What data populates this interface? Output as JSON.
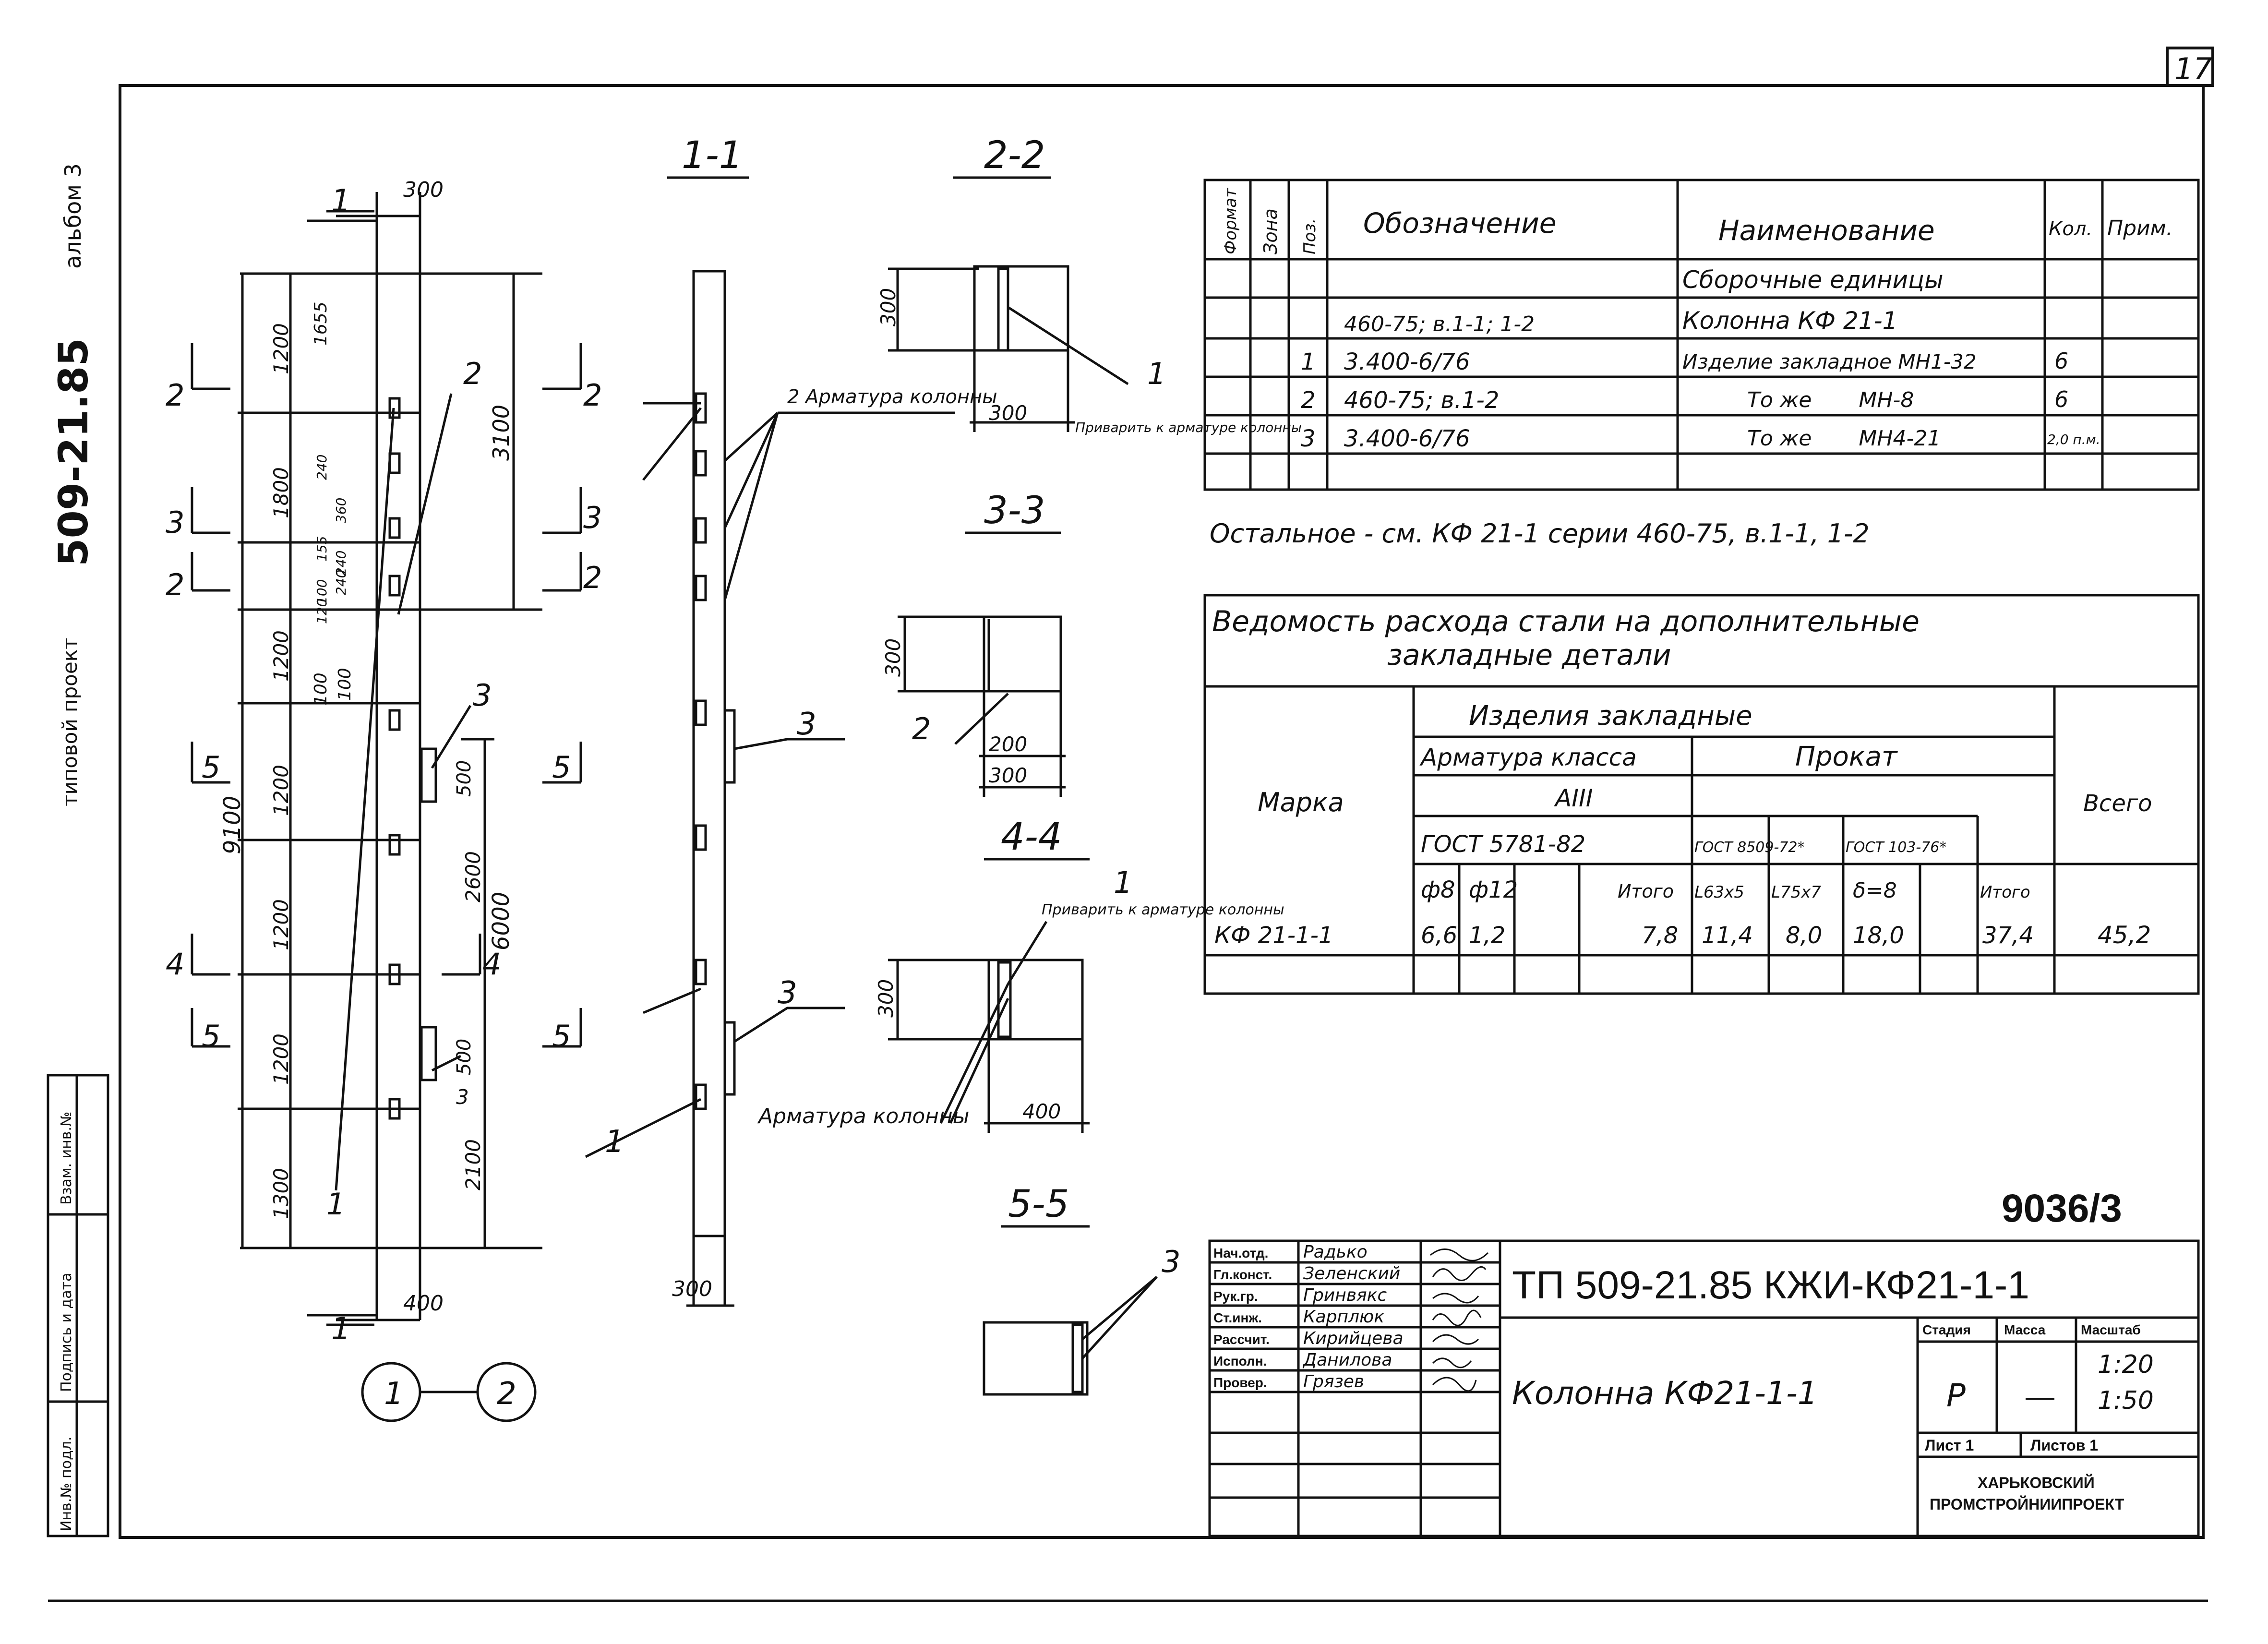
{
  "sheet": {
    "page_number": "17",
    "album": "альбом 3",
    "series_code": "509-21.85",
    "project_label": "типовой проект",
    "inventory_code": "9036/3"
  },
  "side_stamp": {
    "labels": [
      "Инв.№ подл.",
      "Подпись и дата",
      "Взам. инв.№"
    ]
  },
  "elevation": {
    "top_offset": "300",
    "bottom_offset": "400",
    "section_mark_1": "1",
    "overall_height": "9100",
    "inner_height": "6000",
    "top_part": "3100",
    "segments": [
      "1200",
      "1800",
      "1200",
      "1200",
      "1200",
      "1200",
      "1300"
    ],
    "small_dims": [
      "1655",
      "240",
      "360",
      "155",
      "240",
      "100",
      "120",
      "240",
      "100",
      "100",
      "500",
      "2600",
      "500",
      "2100"
    ],
    "cut_marks": [
      {
        "num": "2",
        "pos": "1"
      },
      {
        "num": "3",
        "pos": "2"
      },
      {
        "num": "2",
        "pos": "3"
      },
      {
        "num": "5",
        "pos": "4"
      },
      {
        "num": "4",
        "pos": "5"
      },
      {
        "num": "5",
        "pos": "6"
      }
    ],
    "callouts": [
      "1",
      "2",
      "3",
      "3"
    ],
    "bubble_from": "1",
    "bubble_to": "2"
  },
  "section_11": {
    "title": "1-1",
    "width_dim": "300",
    "labels": [
      "2 Арматура колонны",
      "3",
      "3",
      "Арматура колонны",
      "1"
    ]
  },
  "sections": {
    "s22": {
      "title": "2-2",
      "dim_h": "300",
      "dim_w": "300",
      "callout": "1",
      "note": "Приварить к арматуре колонны"
    },
    "s33": {
      "title": "3-3",
      "dim_h": "300",
      "dim_a": "200",
      "dim_b": "300",
      "callout": "2"
    },
    "s44": {
      "title": "4-4",
      "dim_h": "300",
      "dim_w": "400",
      "callout": "1",
      "note": "Приварить к арматуре колонны"
    },
    "s55": {
      "title": "5-5",
      "callout": "3"
    }
  },
  "spec_table": {
    "headers": [
      "Формат",
      "Зона",
      "Поз.",
      "Обозначение",
      "Наименование",
      "Кол.",
      "Прим."
    ],
    "rows": [
      {
        "pos": "",
        "designation": "",
        "name": "Сборочные единицы",
        "qty": "",
        "note": ""
      },
      {
        "pos": "",
        "designation": "460-75; в.1-1; 1-2",
        "name": "Колонна КФ 21-1",
        "qty": "",
        "note": ""
      },
      {
        "pos": "1",
        "designation": "3.400-6/76",
        "name": "Изделие закладное МН1-32",
        "qty": "6",
        "note": ""
      },
      {
        "pos": "2",
        "designation": "460-75; в.1-2",
        "name": "То же       МН-8",
        "qty": "6",
        "note": ""
      },
      {
        "pos": "3",
        "designation": "3.400-6/76",
        "name": "То же       МН4-21",
        "qty": "2,0 п.м.",
        "note": ""
      }
    ],
    "footnote": "Остальное - см. КФ 21-1 серии 460-75, в.1-1, 1-2"
  },
  "steel_table": {
    "title_line1": "Ведомость расхода стали на дополнительные",
    "title_line2": "закладные детали",
    "h_items": "Изделия закладные",
    "h_rebar": "Арматура класса",
    "h_rolled": "Прокат",
    "h_class": "АIII",
    "h_mark": "Марка",
    "h_total_all": "Всего",
    "h_gost_rebar": "ГОСТ 5781-82",
    "h_gost_rolled1": "ГОСТ 8509-72*",
    "h_gost_rolled2": "ГОСТ 103-76*",
    "col_heads": [
      "ф8",
      "ф12",
      "",
      "Итого",
      "L63x5",
      "L75x7",
      "δ=8",
      "",
      "Итого"
    ],
    "row": {
      "mark": "КФ 21-1-1",
      "values": [
        "6,6",
        "1,2",
        "",
        "7,8",
        "11,4",
        "8,0",
        "18,0",
        "",
        "37,4"
      ],
      "total": "45,2"
    }
  },
  "title_block": {
    "roles": [
      "Нач.отд.",
      "Гл.конст.",
      "Рук.гр.",
      "Ст.инж.",
      "Рассчит.",
      "Исполн.",
      "Провер."
    ],
    "names": [
      "Радько",
      "Зеленский",
      "Гринвякс",
      "Карплюк",
      "Кирийцева",
      "Данилова",
      "Грязев"
    ],
    "doc_code": "ТП 509-21.85 КЖИ-КФ21-1-1",
    "doc_name": "Колонна КФ21-1-1",
    "h_stage": "Стадия",
    "h_mass": "Масса",
    "h_scale": "Масштаб",
    "stage": "Р",
    "mass": "—",
    "scale1": "1:20",
    "scale2": "1:50",
    "sheet_label": "Лист 1",
    "sheets_label": "Листов 1",
    "org_line1": "ХАРЬКОВСКИЙ",
    "org_line2": "ПРОМСТРОЙНИИПРОЕКТ"
  }
}
